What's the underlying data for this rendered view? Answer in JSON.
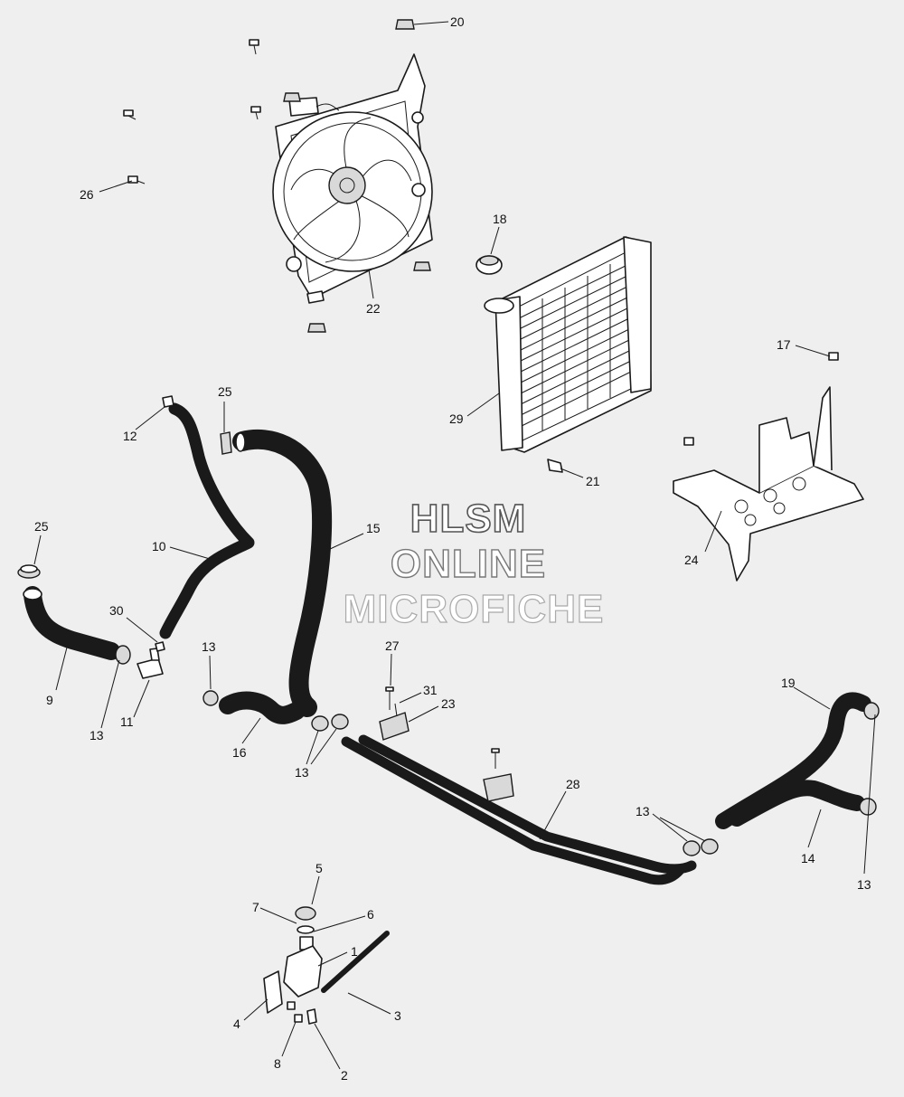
{
  "watermark": {
    "line1": "HLSM",
    "line2": "ONLINE",
    "line3": "MICROFICHE"
  },
  "callouts": [
    {
      "id": "c20",
      "text": "20"
    },
    {
      "id": "c26",
      "text": "26"
    },
    {
      "id": "c18",
      "text": "18"
    },
    {
      "id": "c22",
      "text": "22"
    },
    {
      "id": "c17",
      "text": "17"
    },
    {
      "id": "c29",
      "text": "29"
    },
    {
      "id": "c21",
      "text": "21"
    },
    {
      "id": "c12",
      "text": "12"
    },
    {
      "id": "c25a",
      "text": "25"
    },
    {
      "id": "c24",
      "text": "24"
    },
    {
      "id": "c15",
      "text": "15"
    },
    {
      "id": "c25b",
      "text": "25"
    },
    {
      "id": "c10",
      "text": "10"
    },
    {
      "id": "c30",
      "text": "30"
    },
    {
      "id": "c9",
      "text": "9"
    },
    {
      "id": "c13a",
      "text": "13"
    },
    {
      "id": "c11",
      "text": "11"
    },
    {
      "id": "c13b",
      "text": "13"
    },
    {
      "id": "c16",
      "text": "16"
    },
    {
      "id": "c13c",
      "text": "13"
    },
    {
      "id": "c27",
      "text": "27"
    },
    {
      "id": "c31",
      "text": "31"
    },
    {
      "id": "c23",
      "text": "23"
    },
    {
      "id": "c19",
      "text": "19"
    },
    {
      "id": "c28",
      "text": "28"
    },
    {
      "id": "c13d",
      "text": "13"
    },
    {
      "id": "c14",
      "text": "14"
    },
    {
      "id": "c13e",
      "text": "13"
    },
    {
      "id": "c5",
      "text": "5"
    },
    {
      "id": "c7",
      "text": "7"
    },
    {
      "id": "c6",
      "text": "6"
    },
    {
      "id": "c1",
      "text": "1"
    },
    {
      "id": "c3",
      "text": "3"
    },
    {
      "id": "c4",
      "text": "4"
    },
    {
      "id": "c8",
      "text": "8"
    },
    {
      "id": "c2",
      "text": "2"
    }
  ]
}
